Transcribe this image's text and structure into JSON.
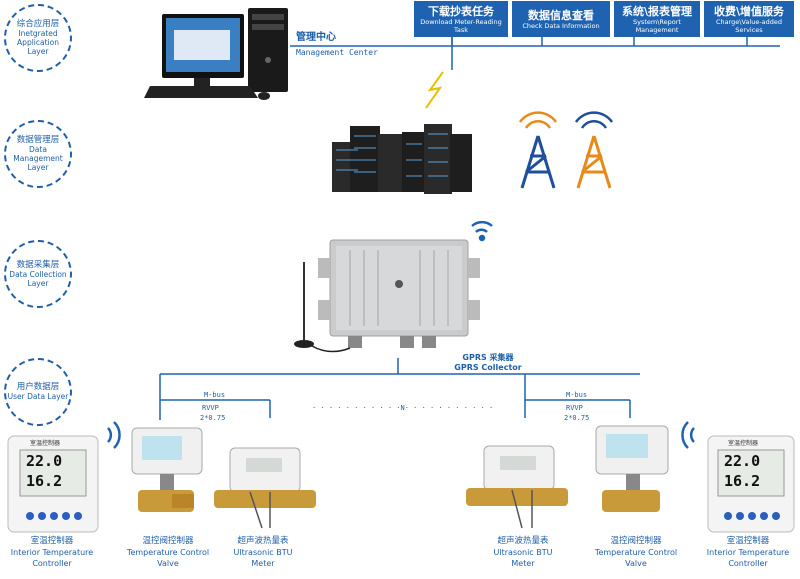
{
  "layers": [
    {
      "zh": "综合应用层",
      "en": "Inetgrated Application Layer"
    },
    {
      "zh": "数据管理层",
      "en": "Data Management Layer"
    },
    {
      "zh": "数据采集层",
      "en": "Data Collection Layer"
    },
    {
      "zh": "用户数据层",
      "en": "User Data Layer"
    }
  ],
  "tasks": [
    {
      "zh": "下载抄表任务",
      "en": "Download Meter-Reading Task"
    },
    {
      "zh": "数据信息查看",
      "en": "Check Data Information"
    },
    {
      "zh": "系统\\报表管理",
      "en": "System\\Report Management"
    },
    {
      "zh": "收费\\增值服务",
      "en": "Charge\\Value-added Services"
    }
  ],
  "management_center": {
    "zh": "管理中心",
    "en": "Management Center"
  },
  "collector": {
    "zh": "GPRS 采集器",
    "en": "GPRS  Collector"
  },
  "bus": {
    "left_mbus": "M-bus",
    "left_rvvp": "RVVP",
    "left_spec": "2*0.75",
    "right_mbus": "M-bus",
    "right_rvvp": "RVVP",
    "right_spec": "2*0.75",
    "dots": "· · · · · · · · · · ·N· · · · · · · · · · ·"
  },
  "devices_left": [
    {
      "zh": "室温控制器",
      "en1": "Interior Temperature",
      "en2": "Controller"
    },
    {
      "zh": "温控阀控制器",
      "en1": "Temperature Control",
      "en2": "Valve"
    },
    {
      "zh": "超声波热量表",
      "en1": "Ultrasonic BTU",
      "en2": "Meter"
    }
  ],
  "devices_right": [
    {
      "zh": "超声波热量表",
      "en1": "Ultrasonic BTU",
      "en2": "Meter"
    },
    {
      "zh": "温控阀控制器",
      "en1": "Temperature Control",
      "en2": "Valve"
    },
    {
      "zh": "室温控制器",
      "en1": "Interior Temperature",
      "en2": "Controller"
    }
  ],
  "thermostat": {
    "title": "室温控制器",
    "temp1": "22.0",
    "temp2": "16.2"
  }
}
